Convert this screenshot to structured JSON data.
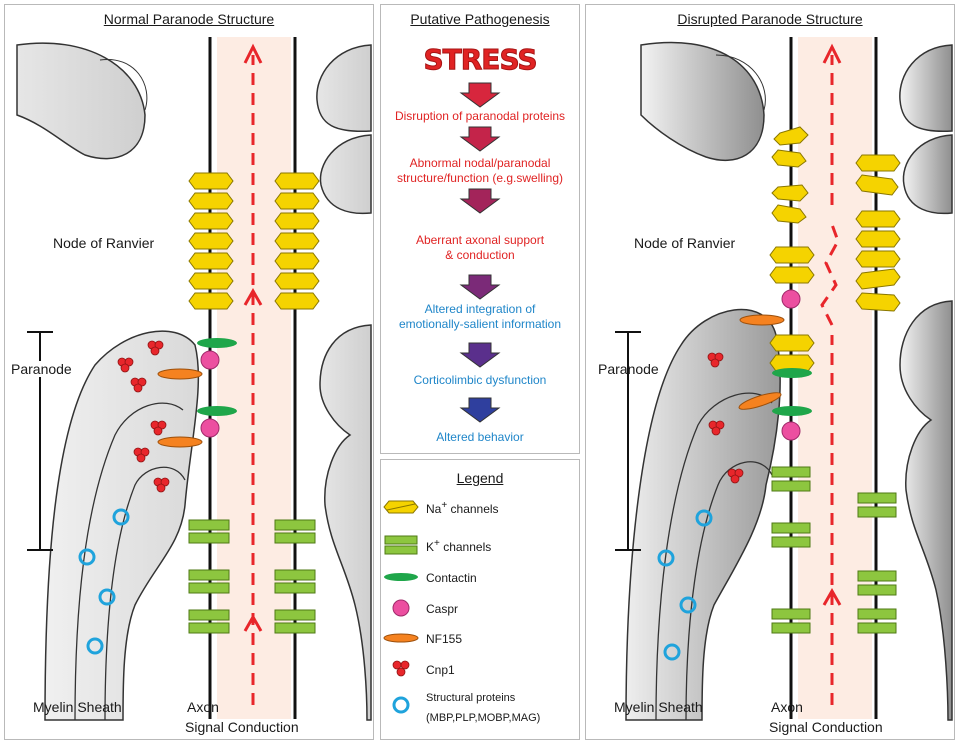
{
  "left_panel": {
    "title": "Normal Paranode Structure",
    "node_label": "Node of Ranvier",
    "paranode_label": "Paranode",
    "myelin_label": "Myelin Sheath",
    "axon_label": "Axon",
    "signal_label": "Signal Conduction"
  },
  "middle_panel": {
    "title": "Putative Pathogenesis",
    "stress": "STRESS",
    "steps": [
      {
        "lines": [
          "Disruption of paranodal proteins"
        ],
        "color": "#e02323"
      },
      {
        "lines": [
          "Abnormal nodal/paranodal",
          "structure/function (e.g.swelling)"
        ],
        "color": "#e02323"
      },
      {
        "lines": [
          "Aberrant axonal support",
          "& conduction"
        ],
        "color": "#e02323"
      },
      {
        "lines": [
          "Altered integration of",
          "emotionally-salient information"
        ],
        "color": "#1f86c9"
      },
      {
        "lines": [
          "Corticolimbic dysfunction"
        ],
        "color": "#1f86c9"
      },
      {
        "lines": [
          "Altered behavior"
        ],
        "color": "#1f86c9"
      }
    ],
    "arrow_colors": [
      "#d7263d",
      "#c4244a",
      "#a3245a",
      "#7b2a78",
      "#5a2f8c",
      "#2f3f9e"
    ]
  },
  "legend": {
    "title": "Legend",
    "items": [
      {
        "label": "Na+ channels",
        "symbol": "na-channel-icon"
      },
      {
        "label": "K+ channels",
        "symbol": "k-channel-icon"
      },
      {
        "label": "Contactin",
        "symbol": "contactin-icon"
      },
      {
        "label": "Caspr",
        "symbol": "caspr-icon"
      },
      {
        "label": "NF155",
        "symbol": "nf155-icon"
      },
      {
        "label": "Cnp1",
        "symbol": "cnp1-icon"
      },
      {
        "label": "Structural proteins",
        "sublabel": "(MBP,PLP,MOBP,MAG)",
        "symbol": "structural-protein-icon"
      }
    ]
  },
  "right_panel": {
    "title": "Disrupted Paranode Structure",
    "node_label": "Node of Ranvier",
    "paranode_label": "Paranode",
    "myelin_label": "Myelin Sheath",
    "axon_label": "Axon",
    "signal_label": "Signal Conduction"
  },
  "colors": {
    "na_channel": "#f5d300",
    "k_channel": "#8dc63f",
    "contactin": "#1fa64a",
    "caspr": "#ec4fa0",
    "nf155": "#f58220",
    "cnp1": "#e8262b",
    "structural": "#1fa3dc",
    "signal_band": "#fdece3",
    "signal_arrow": "#e8262b"
  }
}
